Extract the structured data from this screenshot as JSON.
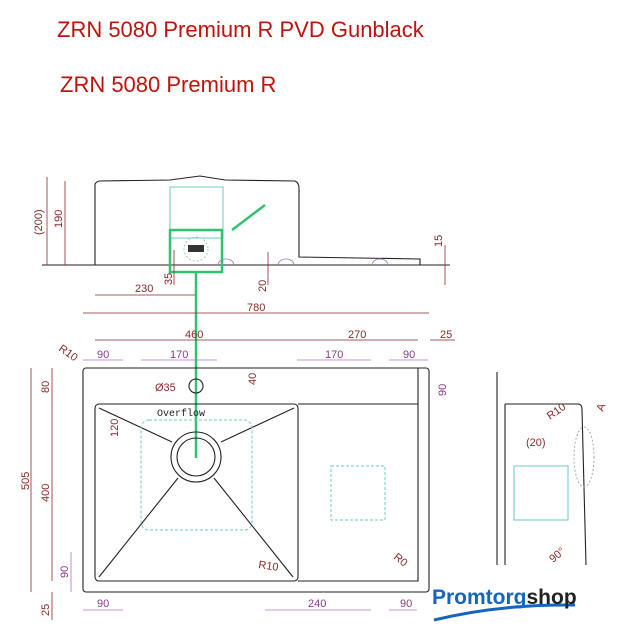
{
  "titles": {
    "line1": "ZRN 5080 Premium R PVD Gunblack",
    "line2": "ZRN 5080 Premium R"
  },
  "side_view": {
    "dim_200": "(200)",
    "dim_190": "190",
    "dim_230": "230",
    "dim_35": "35",
    "dim_20": "20",
    "dim_15": "15"
  },
  "top_view": {
    "dim_780": "780",
    "dim_460": "460",
    "dim_270": "270",
    "dim_25_top": "25",
    "dim_90_a": "90",
    "dim_170_a": "170",
    "dim_170_b": "170",
    "dim_90_b": "90",
    "r10_corner": "R10",
    "dia35": "Ø35",
    "dim_40": "40",
    "dim_90_right": "90",
    "overflow": "Overflow",
    "dim_120": "120",
    "dim_505": "505",
    "dim_80": "80",
    "dim_400": "400",
    "dim_90_left": "90",
    "dim_25_bottom": "25",
    "r10_bowl": "R10",
    "r0": "R0",
    "dim_90_bl": "90",
    "dim_240": "240",
    "dim_90_br": "90"
  },
  "section": {
    "r10": "R10",
    "dim_20": "(20)",
    "detail": "A",
    "angle": "90°"
  },
  "logo": {
    "part1": "Promtorg",
    "part2": "shop",
    "color1": "#1565c0",
    "color2": "#222222"
  }
}
